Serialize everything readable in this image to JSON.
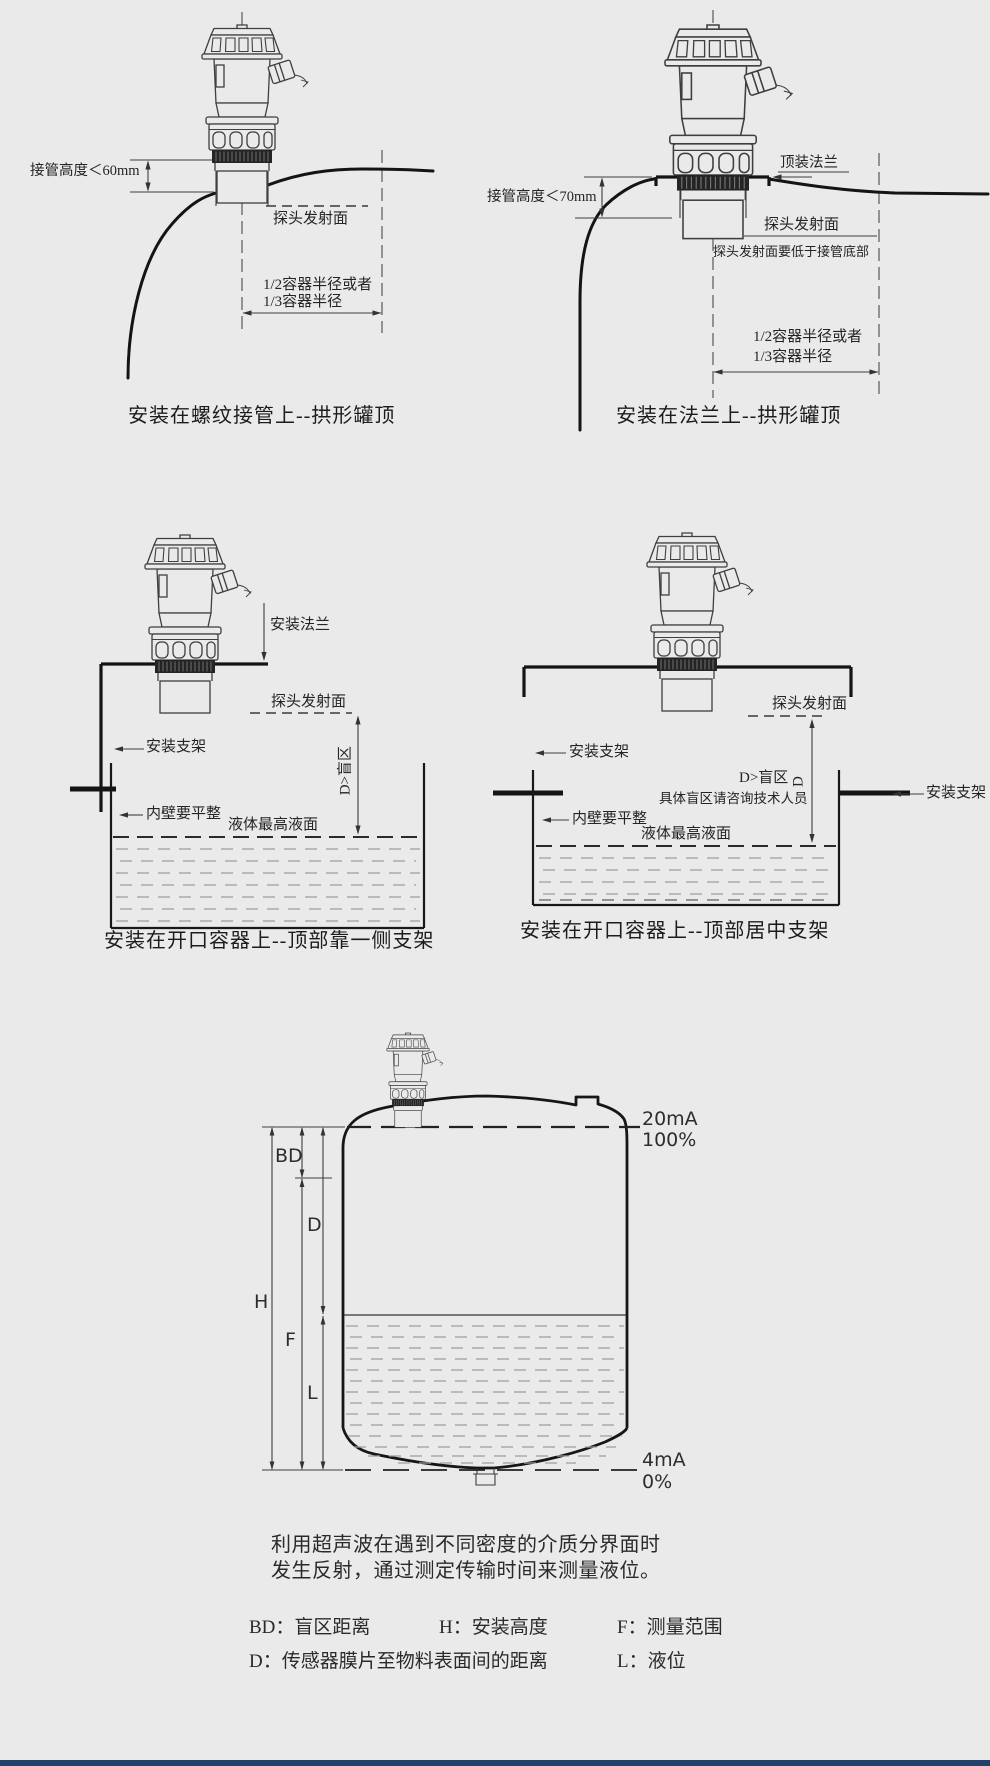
{
  "colors": {
    "background": "#eaeaea",
    "line": "#141414",
    "footer_bar": "#24416b"
  },
  "diagrams": {
    "threaded": {
      "caption": "安装在螺纹接管上--拱形罐顶",
      "labels": {
        "nozzle_height": "接管高度＜60mm",
        "emission_face": "探头发射面",
        "radius_line1": "1/2容器半径或者",
        "radius_line2": "1/3容器半径"
      }
    },
    "flange": {
      "caption": "安装在法兰上--拱形罐顶",
      "labels": {
        "top_flange": "顶装法兰",
        "nozzle_height": "接管高度＜70mm",
        "emission_face": "探头发射面",
        "emission_note": "探头发射面要低于接管底部",
        "radius_line1": "1/2容器半径或者",
        "radius_line2": "1/3容器半径"
      }
    },
    "open_side": {
      "caption": "安装在开口容器上--顶部靠一侧支架",
      "labels": {
        "mount_flange": "安装法兰",
        "emission_face": "探头发射面",
        "bracket": "安装支架",
        "blind_zone": "D>盲区",
        "wall_flat": "内壁要平整",
        "max_level": "液体最高液面"
      }
    },
    "open_center": {
      "caption": "安装在开口容器上--顶部居中支架",
      "labels": {
        "emission_face": "探头发射面",
        "bracket_left": "安装支架",
        "bracket_right": "安装支架",
        "blind_zone": "D>盲区",
        "dim_d": "D",
        "blind_note": "具体盲区请咨询技术人员",
        "wall_flat": "内壁要平整",
        "max_level": "液体最高液面"
      }
    },
    "measurement": {
      "labels": {
        "bd": "BD",
        "d": "D",
        "h": "H",
        "f": "F",
        "l": "L",
        "current_top": "20mA",
        "percent_top": "100%",
        "current_bottom": "4mA",
        "percent_bottom": "0%"
      }
    }
  },
  "description": {
    "line1": "利用超声波在遇到不同密度的介质分界面时",
    "line2": "发生反射，通过测定传输时间来测量液位。"
  },
  "legend": {
    "bd": "BD：盲区距离",
    "h": "H：安装高度",
    "f": "F：测量范围",
    "d": "D：传感器膜片至物料表面间的距离",
    "l": "L：液位"
  }
}
